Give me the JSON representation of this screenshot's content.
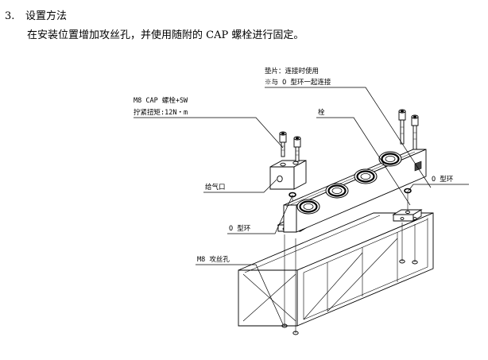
{
  "section": {
    "number": "3.",
    "title": "设置方法",
    "description": "在安装位置增加攻丝孔，并使用随附的 CAP 螺栓进行固定。"
  },
  "figure": {
    "labels": {
      "bolt_spec_line1": "M8 CAP 螺栓+SW",
      "bolt_spec_line2": "拧紧扭矩:12N・m",
      "gasket_line1": "垫片：连接时使用",
      "gasket_line2": "※与 O 型环一起连接",
      "plug": "栓",
      "air_inlet": "给气口",
      "o_ring_right": "O 型环",
      "o_ring_left": "O 型环",
      "tap_hole": "M8 攻丝孔"
    }
  }
}
